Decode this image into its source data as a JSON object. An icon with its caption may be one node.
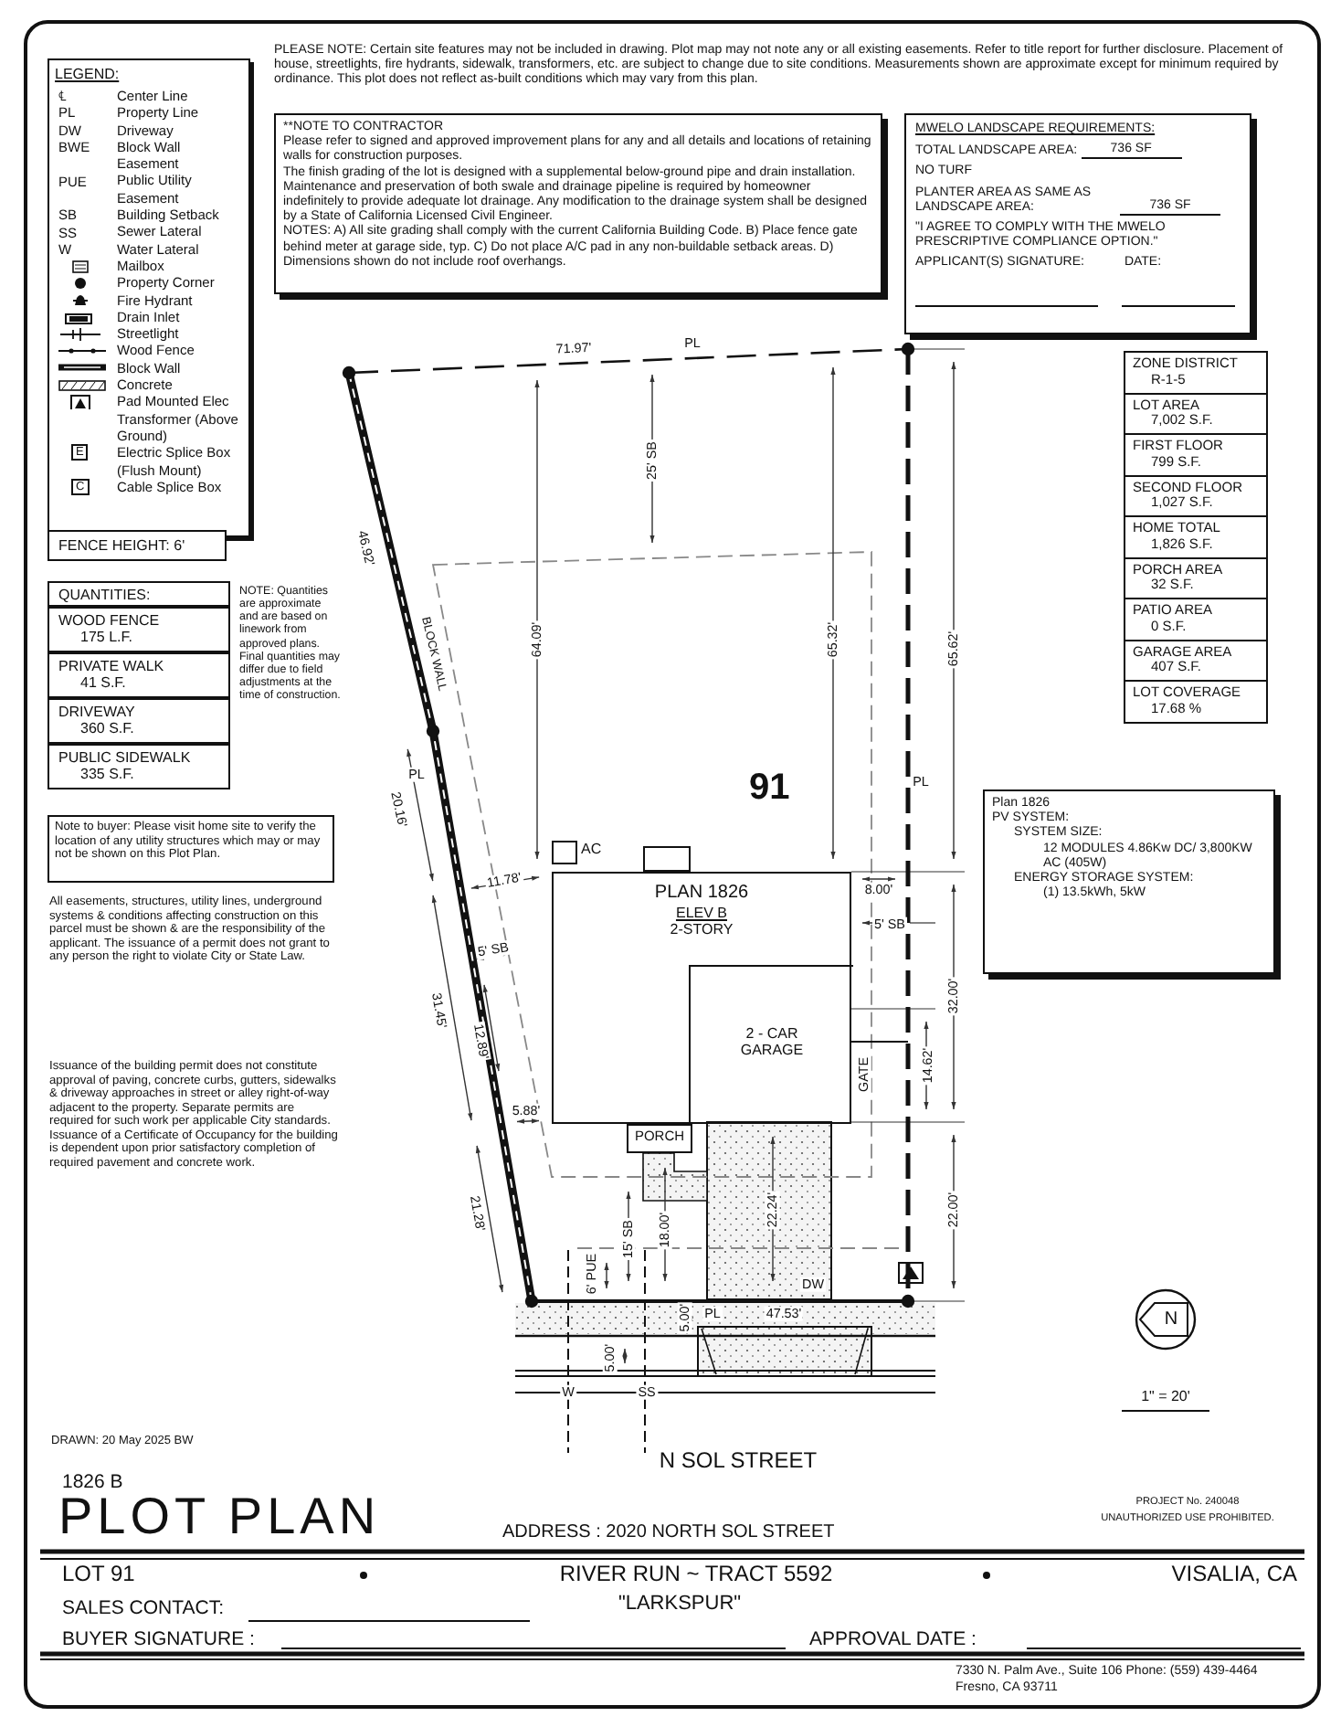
{
  "diagram": {
    "title": "PLOT PLAN",
    "nodes": [
      {
        "text": [
          "FENCE HEIGHT: 6'"
        ]
      },
      {
        "text": [
          "QUANTITIES:"
        ]
      },
      {
        "text": [
          "WOOD FENCE",
          "175 L.F."
        ]
      },
      {
        "text": [
          "PRIVATE WALK",
          "41 S.F."
        ]
      },
      {
        "text": [
          "DRIVEWAY",
          "360 S.F."
        ]
      },
      {
        "text": [
          "PUBLIC SIDEWALK",
          "335 S.F."
        ]
      },
      {
        "text": [
          "Note to buyer: Please visit home site to verify the location of any utility structures which may or may not be shown on this Plot Plan."
        ]
      },
      {
        "text": [
          "**NOTE TO CONTRACTOR",
          "Please refer to signed and approved improvement plans for any and all details and locations of retaining walls for construction purposes.",
          "The finish grading of the lot is designed with a supplemental below-ground pipe and drain installation. Maintenance and preservation of both swale and drainage pipeline is required by homeowner indefinitely to provide adequate lot drainage. Any modification to the drainage system shall be designed by a State of California Licensed Civil Engineer.",
          "NOTES: A) All site grading shall comply with the current California Building Code. B) Place fence gate behind meter at garage side, typ. C) Do not place A/C pad in any non-buildable setback areas. D) Dimensions shown do not include roof overhangs."
        ]
      },
      {
        "text": [
          "MWELO LANDSCAPE REQUIREMENTS:",
          "TOTAL LANDSCAPE AREA:",
          "736 SF",
          "NO TURF",
          "PLANTER AREA AS SAME AS LANDSCAPE AREA:",
          "736 SF",
          "\"I AGREE TO COMPLY WITH THE MWELO PRESCRIPTIVE COMPLIANCE OPTION.\"",
          "APPLICANT(S) SIGNATURE:",
          "DATE:"
        ]
      },
      {
        "text": [
          "ZONE DISTRICT",
          "R-1-5"
        ]
      },
      {
        "text": [
          "LOT AREA",
          "7,002 S.F."
        ]
      },
      {
        "text": [
          "FIRST FLOOR",
          "799 S.F."
        ]
      },
      {
        "text": [
          "SECOND FLOOR",
          "1,027 S.F."
        ]
      },
      {
        "text": [
          "HOME TOTAL",
          "1,826 S.F."
        ]
      },
      {
        "text": [
          "PORCH AREA",
          "32 S.F."
        ]
      },
      {
        "text": [
          "PATIO AREA",
          "0 S.F."
        ]
      },
      {
        "text": [
          "GARAGE AREA",
          "407 S.F."
        ]
      },
      {
        "text": [
          "LOT COVERAGE",
          "17.68 %"
        ]
      },
      {
        "text": [
          "Plan 1826",
          "PV SYSTEM:",
          "SYSTEM SIZE:",
          "12 MODULES 4.86Kw DC/ 3,800KW AC (405W)",
          "ENERGY STORAGE SYSTEM:",
          "(1) 13.5kWh, 5kW"
        ]
      },
      {
        "text": [
          "91"
        ]
      },
      {
        "text": [
          "PLAN 1826",
          "ELEV B",
          "2-STORY"
        ],
        "in": 19
      },
      {
        "text": [
          "2 - CAR GARAGE"
        ],
        "in": 20
      },
      {
        "text": [
          "PORCH"
        ],
        "in": 19
      },
      {
        "text": [],
        "shape": "box",
        "beside": [
          "AC"
        ],
        "in": 19
      },
      {
        "text": [],
        "shape": "box",
        "in": 19
      }
    ],
    "labels": [
      "PLEASE NOTE: Certain site features may not be included in drawing. Plot map may not note any or all existing easements. Refer to title report for further disclosure. Placement of house, streetlights, fire hydrants, sidewalk, transformers, etc. are subject to change due to site conditions. Measurements shown are approximate except for minimum required by ordinance. This plot does not reflect as-built conditions which may vary from this plan.",
      "LEGEND:",
      "℄",
      "PL",
      "DW",
      "BWE",
      "PUE",
      "SB",
      "SS",
      "W",
      "E",
      "C",
      "NOTE: Quantities are approximate and are based on linework from approved plans. Final quantities may differ due to field adjustments at the time of construction.",
      "All easements, structures, utility lines, underground systems & conditions affecting construction on this parcel must be shown & are the responsibility of the applicant. The issuance of a permit does not grant to any person the right to violate City or State Law.",
      "Issuance of the building permit does not constitute approval of paving, concrete curbs, gutters, sidewalks & driveway approaches in street or alley right-of-way adjacent to the property. Separate permits are required for such work per applicable City standards. Issuance of a Certificate of Occupancy for the building is dependent upon prior satisfactory completion of required pavement and concrete work.",
      "71.97'",
      "PL",
      "25' SB",
      "64.09'",
      "65.32'",
      "65.62'",
      "46.92'",
      "BLOCK WALL",
      "PL",
      "PL",
      "20.16'",
      "11.78'",
      "8.00'",
      "5' SB",
      "5' SB",
      "31.45'",
      "12.89'",
      "5.88'",
      "GATE",
      "14.62'",
      "32.00'",
      "21.28'",
      "15' SB",
      "18.00'",
      "22.24'",
      "22.00'",
      "6' PUE",
      "DW",
      "5.00'",
      "PL",
      "47.53'",
      "5.00'",
      "W",
      "SS",
      "N",
      "1\" = 20'",
      "N SOL STREET",
      "DRAWN: 20 May 2025 BW",
      "1826 B",
      "ADDRESS : 2020 NORTH SOL STREET",
      "PROJECT No. 240048",
      "UNAUTHORIZED USE PROHIBITED.",
      "LOT 91",
      "RIVER RUN ~ TRACT 5592",
      "VISALIA, CA",
      "SALES CONTACT:",
      "\"LARKSPUR\"",
      "BUYER SIGNATURE :",
      "APPROVAL DATE :",
      "7330 N. Palm Ave., Suite 106 Phone: (559) 439-4464",
      "Fresno, CA 93711"
    ],
    "legend": [
      {
        "text": "Center Line"
      },
      {
        "text": "Property Line"
      },
      {
        "text": "Driveway"
      },
      {
        "text": "Block Wall Easement"
      },
      {
        "text": "Public Utility Easement"
      },
      {
        "text": "Building Setback"
      },
      {
        "text": "Sewer Lateral"
      },
      {
        "text": "Water Lateral"
      },
      {
        "text": "Mailbox"
      },
      {
        "text": "Property Corner"
      },
      {
        "text": "Fire Hydrant"
      },
      {
        "text": "Drain Inlet"
      },
      {
        "text": "Streetlight"
      },
      {
        "text": "Wood Fence"
      },
      {
        "text": "Block Wall"
      },
      {
        "text": "Concrete"
      },
      {
        "text": "Pad Mounted Elec Transformer (Above Ground)"
      },
      {
        "text": "Electric Splice Box (Flush Mount)"
      },
      {
        "text": "Cable Splice Box"
      }
    ]
  }
}
